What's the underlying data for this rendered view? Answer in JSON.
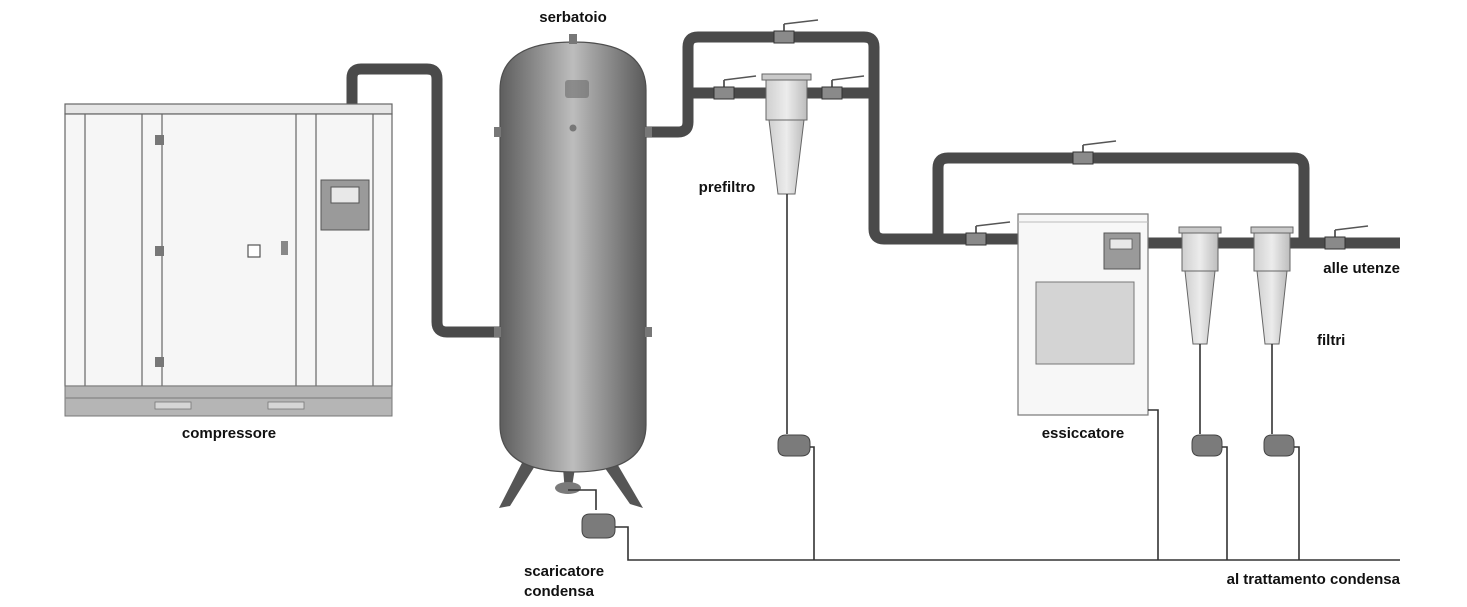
{
  "labels": {
    "tank": "serbatoio",
    "compressor": "compressore",
    "prefilter": "prefiltro",
    "dryer": "essiccatore",
    "filters": "filtri",
    "to_users": "alle utenze",
    "condensate_drain_line1": "scaricatore",
    "condensate_drain_line2": "condensa",
    "to_condensate_treatment": "al trattamento condensa"
  },
  "icons": {
    "valve": "valve-icon",
    "drain_trap": "drain-trap-icon"
  },
  "colors": {
    "pipe": "#4a4a4a",
    "tank": "#8a8a8a",
    "equipment_fill": "#f4f4f4",
    "panel": "#9a9a9a",
    "line": "#333333"
  }
}
